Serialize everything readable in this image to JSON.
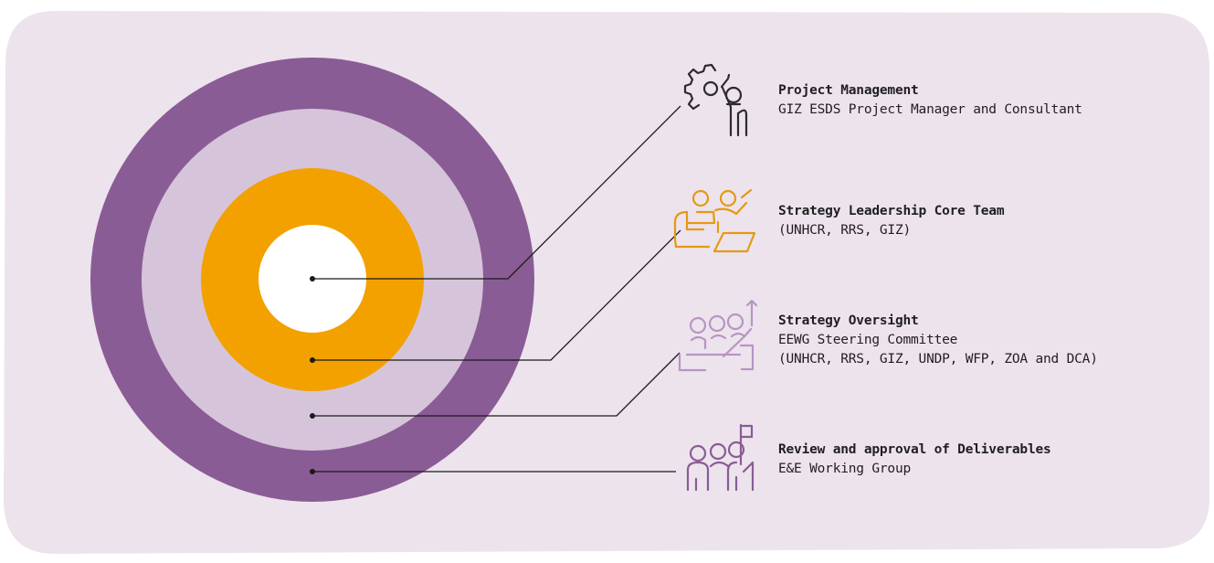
{
  "colors": {
    "background_panel": "#ede3ed",
    "ring_outer": "#8a5c95",
    "ring_middle": "#d6c5da",
    "ring_inner": "#f2a100",
    "ring_core": "#ffffff",
    "connector": "#1a1a1a",
    "icon_project": "#2b2b2b",
    "icon_leadership": "#e49a10",
    "icon_oversight": "#b994c4",
    "icon_review": "#8a5c95"
  },
  "rings": [
    {
      "name": "core",
      "layer": "Project Management"
    },
    {
      "name": "inner",
      "layer": "Strategy Leadership Core Team"
    },
    {
      "name": "middle",
      "layer": "Strategy Oversight"
    },
    {
      "name": "outer",
      "layer": "Review and approval of Deliverables"
    }
  ],
  "layers": [
    {
      "icon": "gear-hand-raised-icon",
      "title": "Project Management",
      "lines": [
        "GIZ ESDS Project Manager and Consultant"
      ]
    },
    {
      "icon": "team-laptop-presentation-icon",
      "title": "Strategy Leadership Core Team",
      "lines": [
        "(UNHCR, RRS, GIZ)"
      ]
    },
    {
      "icon": "group-growth-arrow-icon",
      "title": "Strategy Oversight",
      "lines": [
        "EEWG Steering Committee",
        "(UNHCR, RRS, GIZ, UNDP, WFP, ZOA and DCA)"
      ]
    },
    {
      "icon": "group-flag-icon",
      "title": "Review and approval of Deliverables",
      "lines": [
        "E&E Working Group"
      ]
    }
  ]
}
